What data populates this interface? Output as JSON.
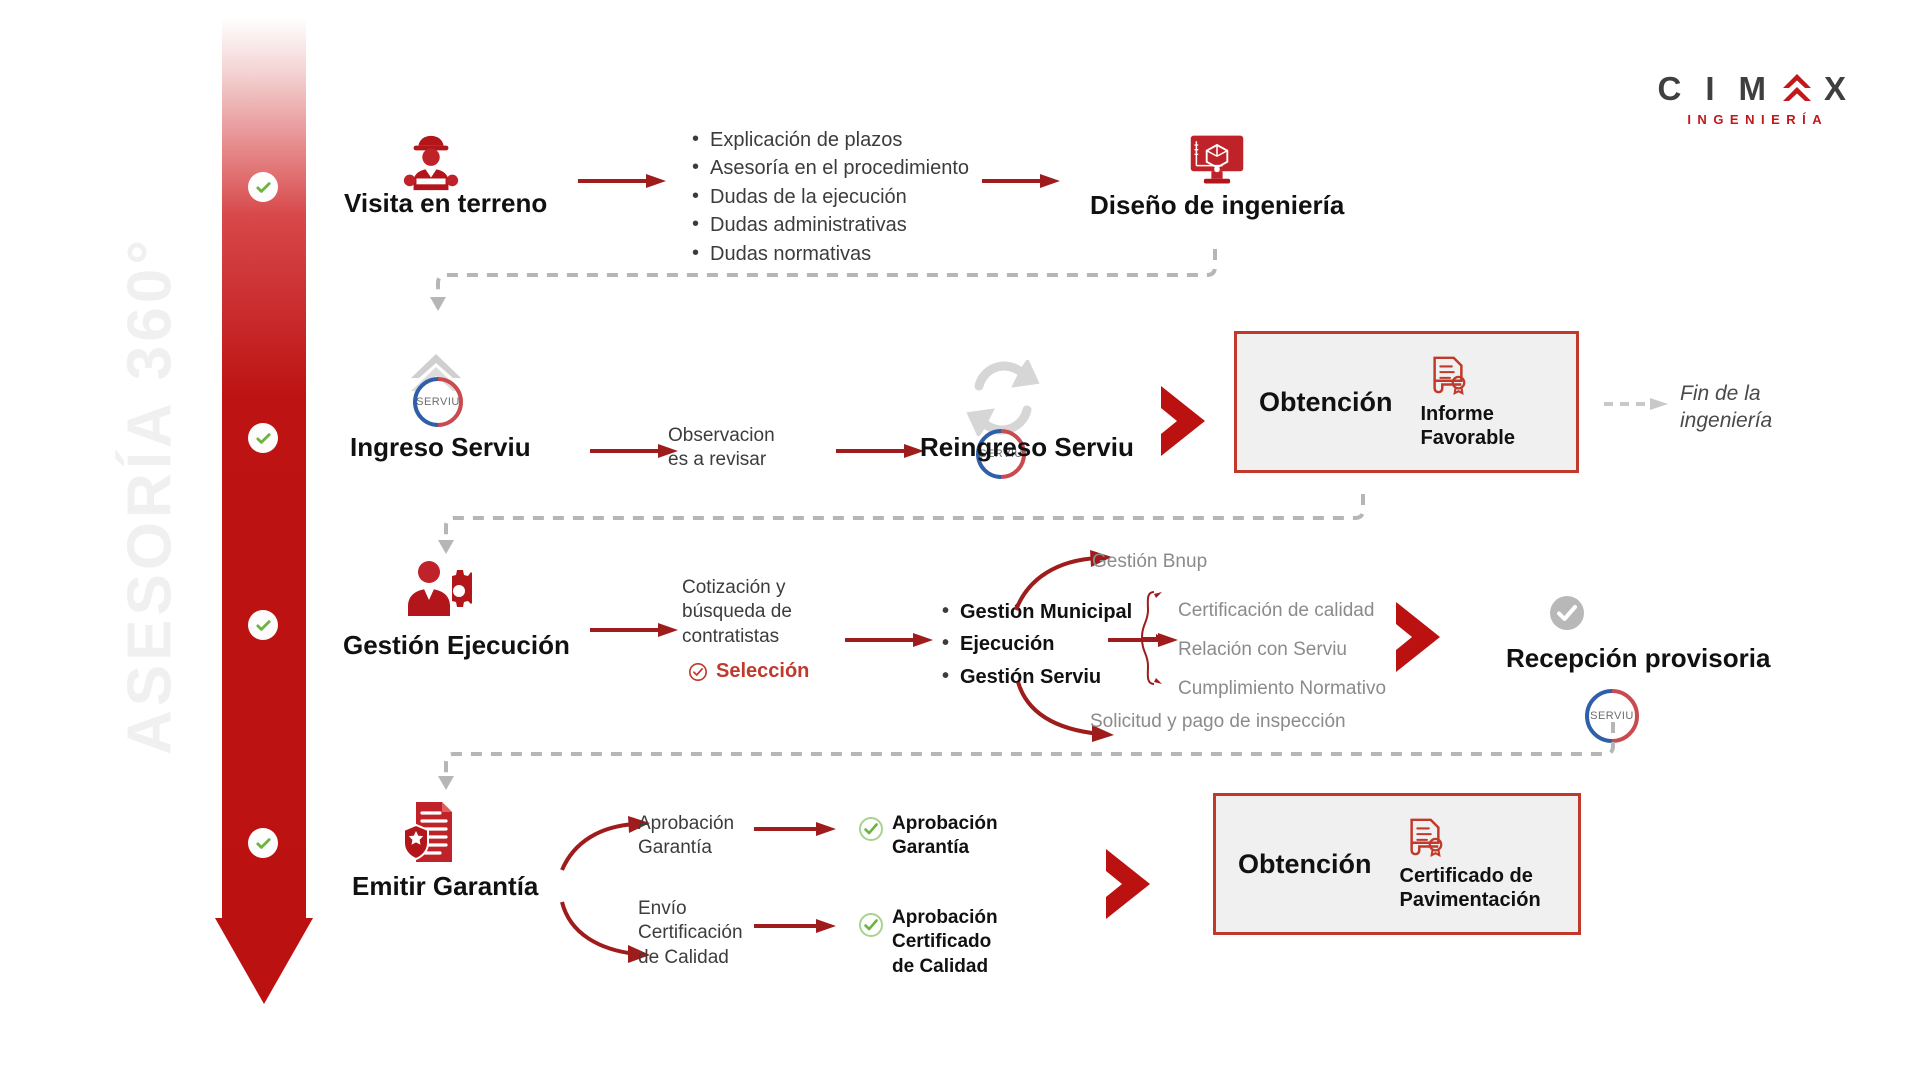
{
  "vertical_title": "ASESORÍA 360°",
  "logo": {
    "name": "CIMAX",
    "letters": [
      "C",
      "I",
      "M"
    ],
    "last_letter": "X",
    "sub": "INGENIERÍA",
    "color_main": "#3f3f3f",
    "color_accent": "#c2171b"
  },
  "colors": {
    "primary_red": "#bb1111",
    "arrow_red": "#9e1c1c",
    "accent_red": "#c0392b",
    "grey_text": "#8b8b8b",
    "green_check": "#6cb33f",
    "box_fill": "#f0f0f0",
    "timeline_top": "#ffffff"
  },
  "rows": [
    {
      "id": "row1",
      "step_icon": "construction-worker-icon",
      "title": "Visita en terreno",
      "bullets": [
        "Explicación de plazos",
        "Asesoría en el procedimiento",
        "Dudas de la ejecución",
        "Dudas administrativas",
        "Dudas normativas"
      ],
      "end_icon": "cad-monitor-icon",
      "end_title": "Diseño de ingeniería"
    },
    {
      "id": "row2",
      "step_icon": "serviu-upload-icon",
      "title": "Ingreso Serviu",
      "mid_text": "Observacion es a revisar",
      "mid_text_lines": [
        "Observacion",
        "es a revisar"
      ],
      "reingreso_icon": "serviu-refresh-icon",
      "reingreso_title": "Reingreso Serviu",
      "obtencion_label": "Obtención",
      "obtencion_icon": "certificate-icon",
      "obtencion_sub_lines": [
        "Informe",
        "Favorable"
      ],
      "end_note_lines": [
        "Fin de la",
        "ingeniería"
      ]
    },
    {
      "id": "row3",
      "step_icon": "person-gear-icon",
      "title": "Gestión Ejecución",
      "mid_lines": [
        "Cotización y",
        "búsqueda de",
        "contratistas"
      ],
      "selection_label": "Selección",
      "selection_icon": "check-circle-red-icon",
      "branch_top": "Gestión Bnup",
      "branch_bottom": "Solicitud y pago de inspección",
      "mid_bullets": [
        "Gestión Municipal",
        "Ejecución",
        "Gestión Serviu"
      ],
      "sub_items": [
        "Certificación de calidad",
        "Relación con Serviu",
        "Cumplimiento Normativo"
      ],
      "end_icon": "serviu-check-icon",
      "end_title": "Recepción provisoria"
    },
    {
      "id": "row4",
      "step_icon": "warranty-document-icon",
      "title": "Emitir Garantía",
      "branch_a_lines": [
        "Aprobación",
        "Garantía"
      ],
      "branch_a_result_lines": [
        "Aprobación",
        "Garantía"
      ],
      "branch_b_lines": [
        "Envío",
        "Certificación",
        "de Calidad"
      ],
      "branch_b_result_lines": [
        "Aprobación",
        "Certificado",
        "de Calidad"
      ],
      "obtencion_label": "Obtención",
      "obtencion_icon": "certificate-icon",
      "obtencion_sub_lines": [
        "Certificado de",
        "Pavimentación"
      ]
    }
  ]
}
